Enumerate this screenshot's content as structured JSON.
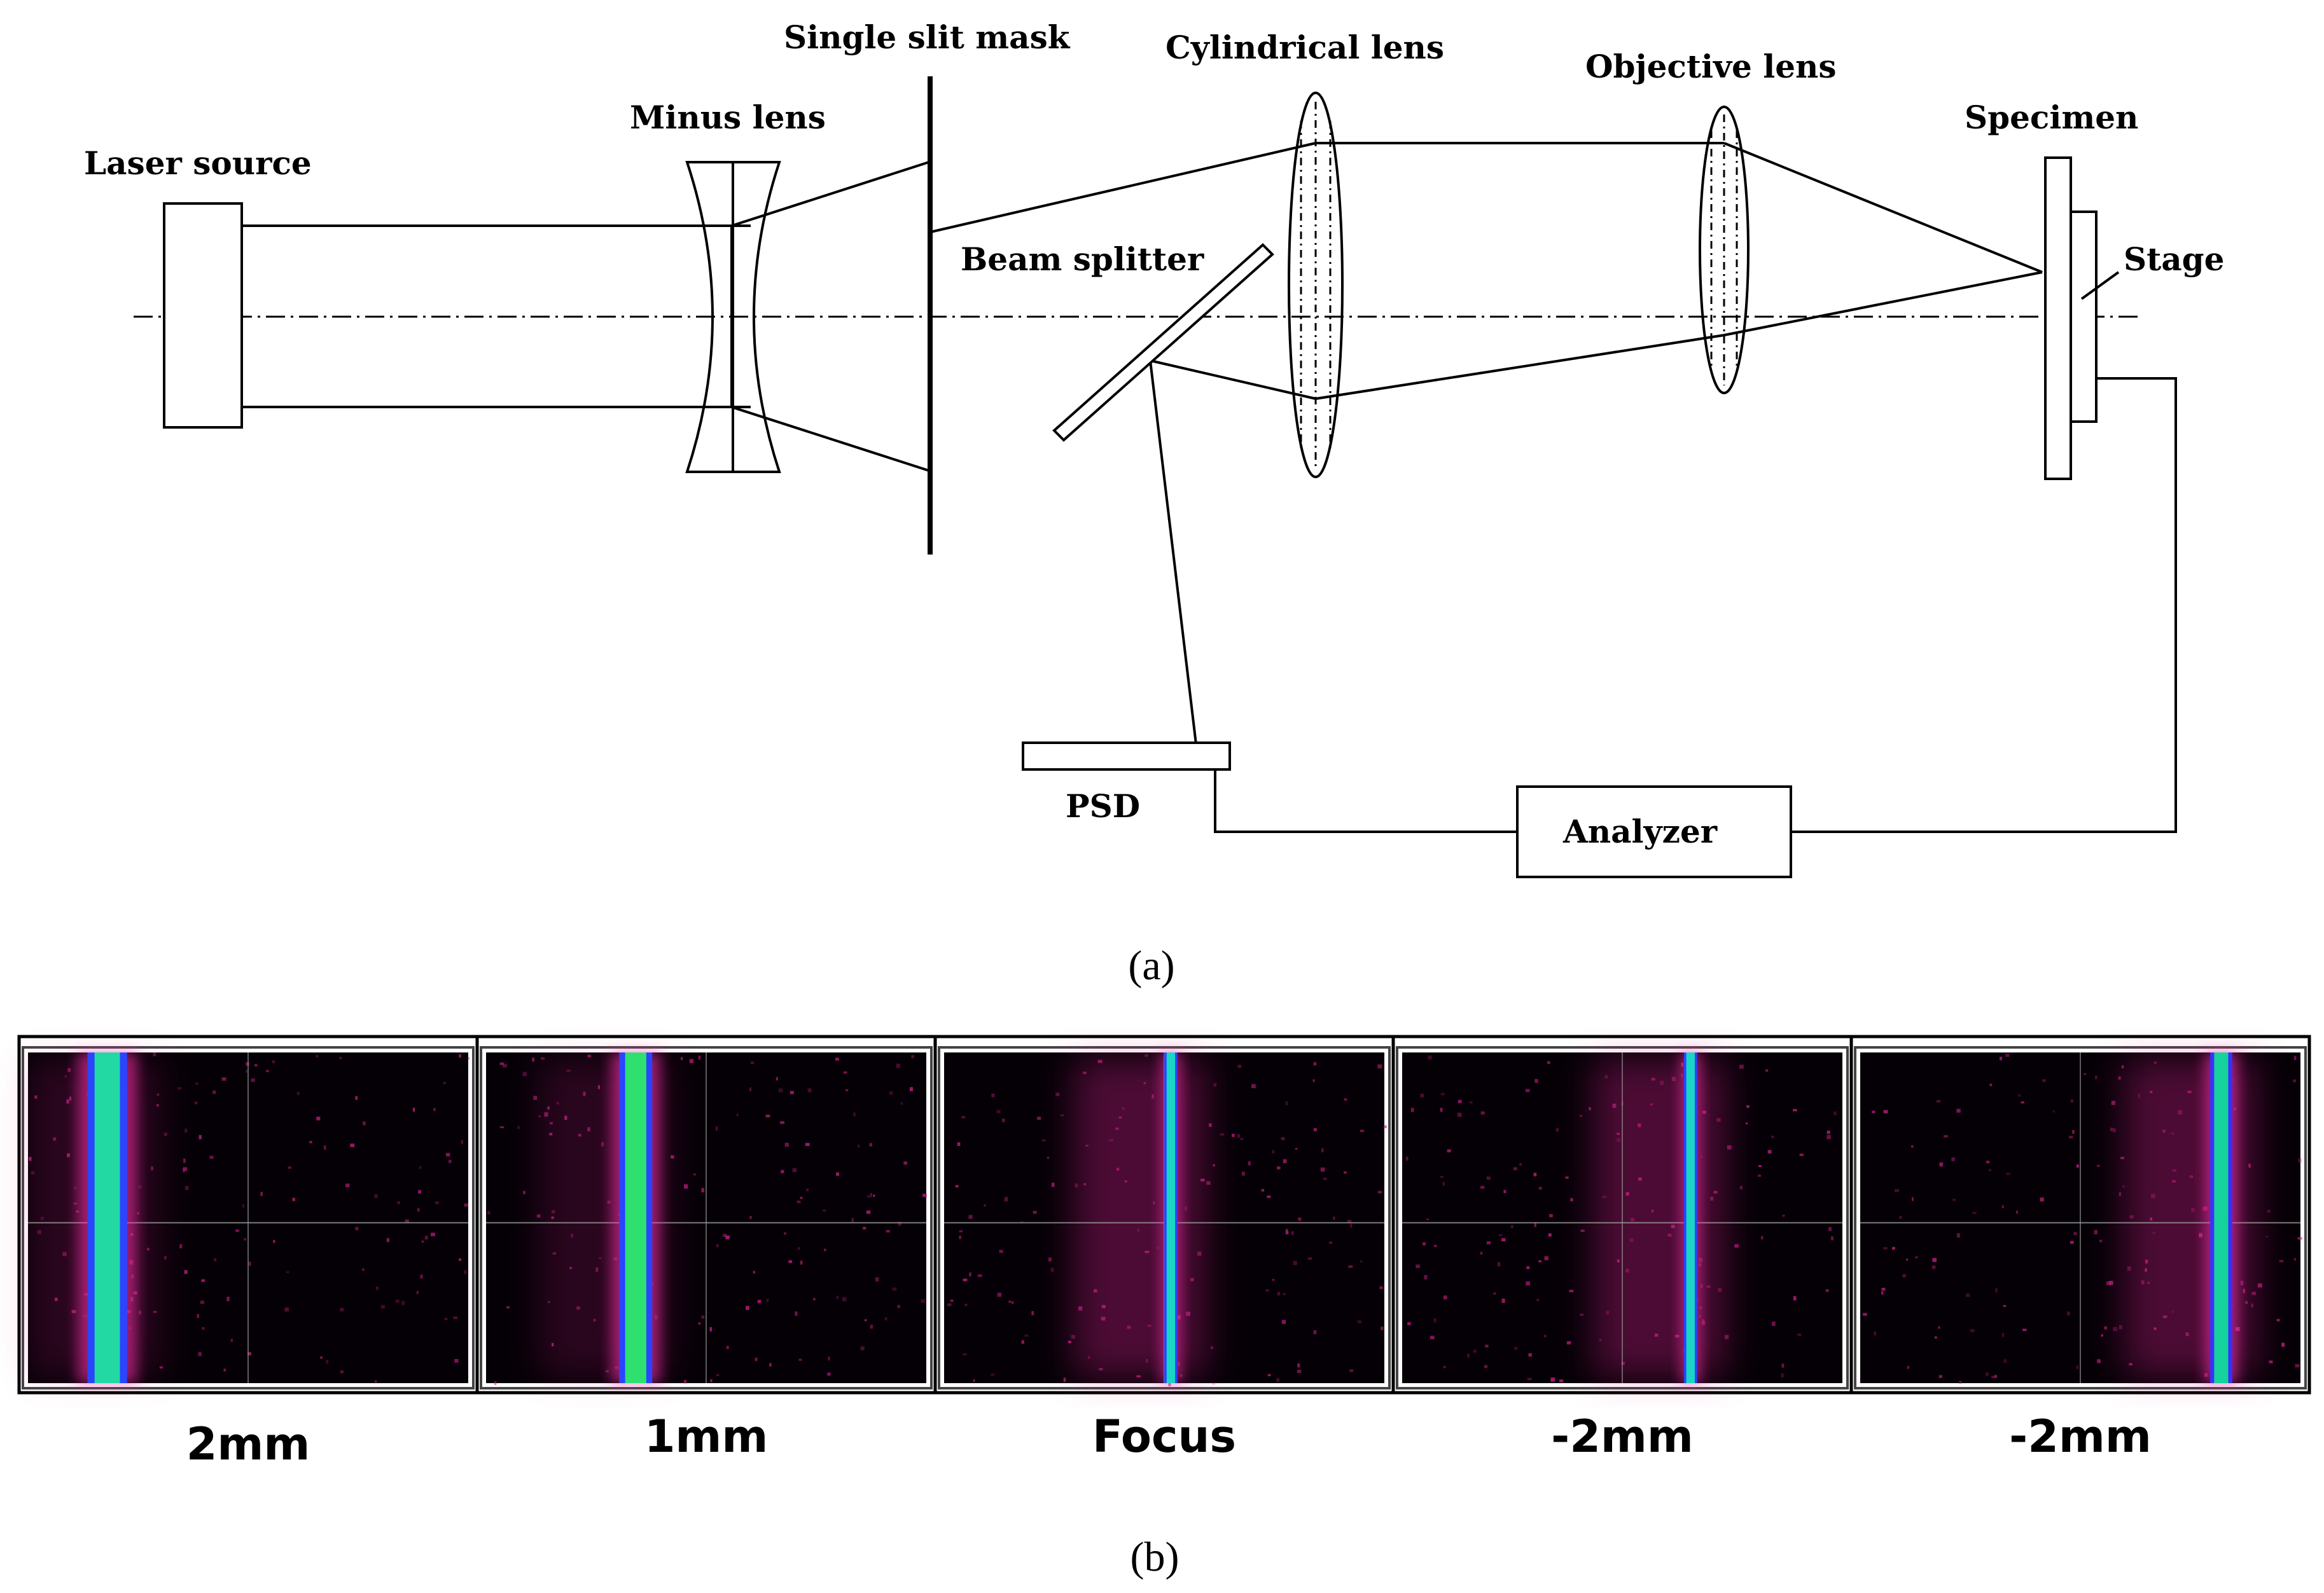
{
  "diagram": {
    "labels": {
      "laser_source": "Laser source",
      "minus_lens": "Minus lens",
      "single_slit_mask": "Single slit mask",
      "beam_splitter": "Beam splitter",
      "cylindrical_lens": "Cylindrical lens",
      "objective_lens": "Objective lens",
      "specimen": "Specimen",
      "stage": "Stage",
      "psd": "PSD",
      "analyzer": "Analyzer"
    },
    "caption": "(a)"
  },
  "beam_images": {
    "caption": "(b)",
    "panels": [
      {
        "label": "2mm",
        "line_position": 0.18,
        "line_width": 0.09,
        "core_color": "#22d9a3",
        "edge_color": "#2a44ff"
      },
      {
        "label": "1mm",
        "line_position": 0.34,
        "line_width": 0.075,
        "core_color": "#2ee070",
        "edge_color": "#2a44ff"
      },
      {
        "label": "Focus",
        "line_position": 0.515,
        "line_width": 0.03,
        "core_color": "#19d6c4",
        "edge_color": "#2a44ff"
      },
      {
        "label": "-2mm",
        "line_position": 0.655,
        "line_width": 0.03,
        "core_color": "#19d6c4",
        "edge_color": "#2a44ff"
      },
      {
        "label": "-2mm",
        "line_position": 0.82,
        "line_width": 0.05,
        "core_color": "#16d29c",
        "edge_color": "#3a30ff"
      }
    ],
    "background_color": "#050006",
    "noise_color": "#d0208a"
  }
}
